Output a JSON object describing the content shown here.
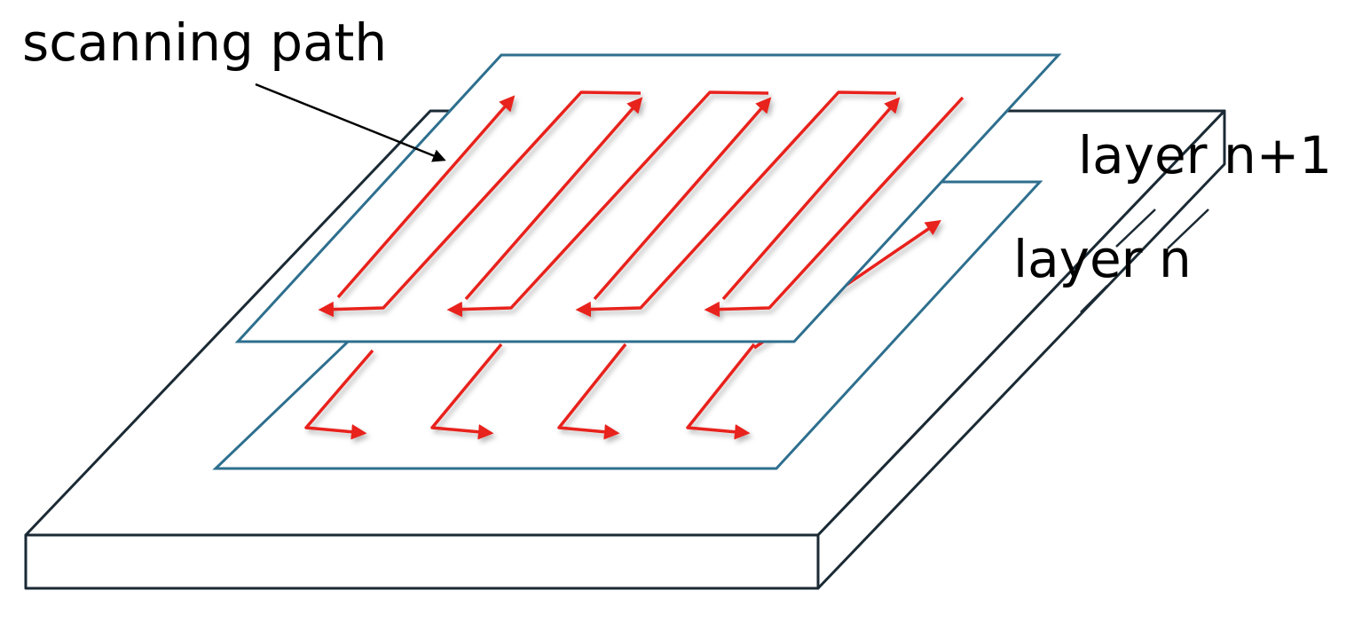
{
  "labels": {
    "scanning_path": "scanning path",
    "layer_upper": "layer n+1",
    "layer_lower": "layer n"
  },
  "colors": {
    "scan_path": "#e8231f",
    "layer_outline": "#2e6f8e",
    "substrate_outline": "#1b2a34",
    "leader": "#000000",
    "background": "#ffffff"
  }
}
